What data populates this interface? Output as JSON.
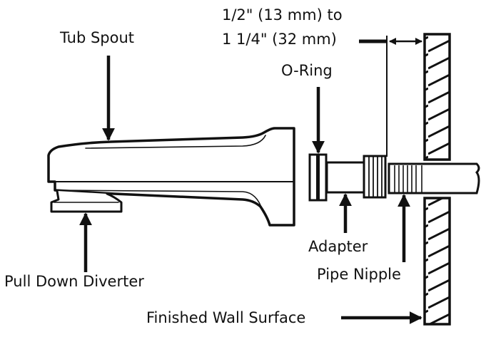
{
  "diagram": {
    "title": "Tub spout installation",
    "labels": {
      "tub_spout": "Tub Spout",
      "dimension_line1": "1/2\" (13 mm) to",
      "dimension_line2": "1 1/4\" (32 mm)",
      "o_ring": "O-Ring",
      "adapter": "Adapter",
      "pipe_nipple": "Pipe Nipple",
      "pull_down_diverter": "Pull Down Diverter",
      "finished_wall_surface": "Finished Wall Surface"
    },
    "colors": {
      "ink": "#111111",
      "background": "#ffffff"
    }
  }
}
